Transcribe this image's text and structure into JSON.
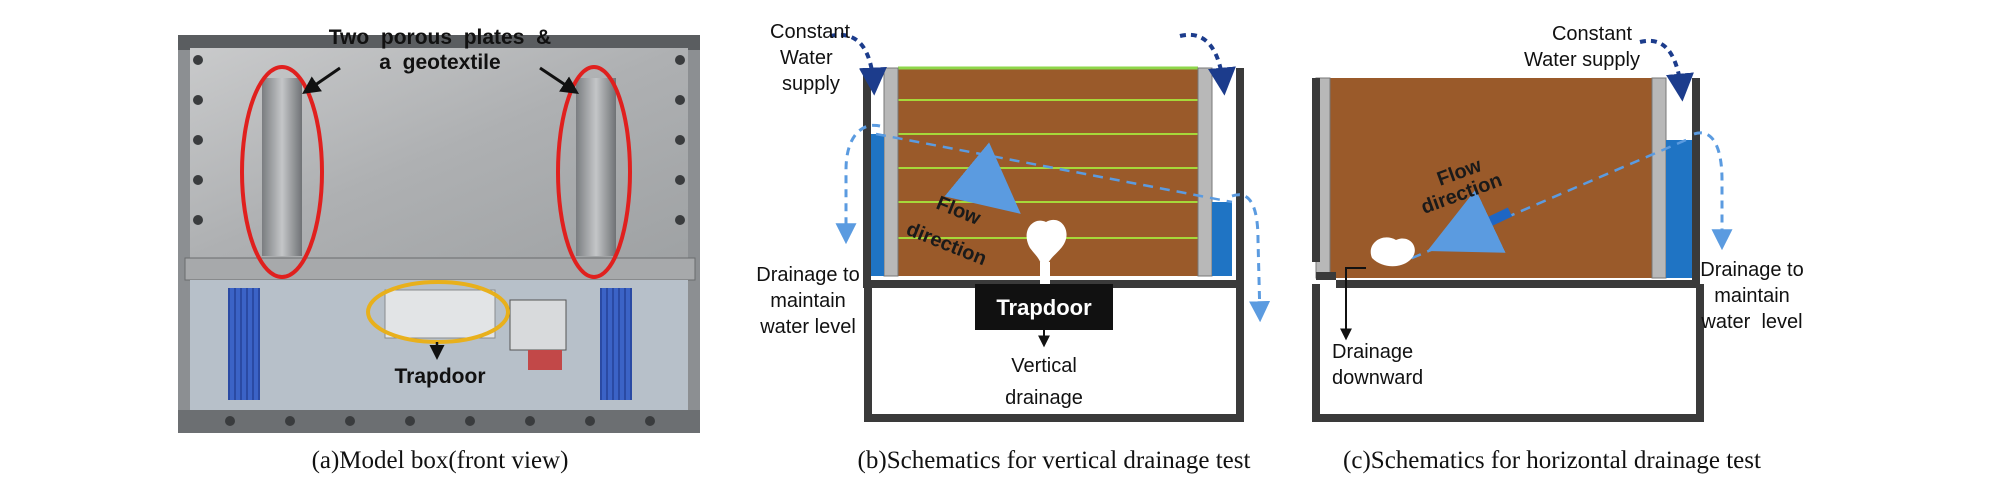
{
  "panels": {
    "a": {
      "caption": "(a)Model box(front view)",
      "label_plates_line1": "Two  porous  plates  &",
      "label_plates_line2": "a  geotextile",
      "label_trapdoor": "Trapdoor"
    },
    "b": {
      "caption": "(b)Schematics  for  vertical  drainage  test",
      "supply_line1": "Constant",
      "supply_line2": "Water",
      "supply_line3": "supply",
      "drain_line1": "Drainage to",
      "drain_line2": "maintain",
      "drain_line3": "water level",
      "flow_line1": "Flow",
      "flow_line2": "direction",
      "trapdoor": "Trapdoor",
      "vertical_line1": "Vertical",
      "vertical_line2": "drainage"
    },
    "c": {
      "caption": "(c)Schematics  for  horizontal  drainage  test",
      "supply_line1": "Constant",
      "supply_line2": "Water supply",
      "drain_line1": "Drainage to",
      "drain_line2": "maintain",
      "drain_line3": "water  level",
      "flow_line1": "Flow",
      "flow_line2": "direction",
      "down_line1": "Drainage",
      "down_line2": "downward"
    }
  },
  "colors": {
    "soil": "#9a5a2a",
    "water": "#1f74c4",
    "wall": "#3a3a3a",
    "layer_line": "#a6d83a",
    "porous_plate": "#b8b8b8",
    "highlight_red": "#e0201e",
    "highlight_yellow": "#e8b01c",
    "arrow_dark_blue": "#1c3c8c",
    "arrow_light_blue": "#5b9be0"
  }
}
